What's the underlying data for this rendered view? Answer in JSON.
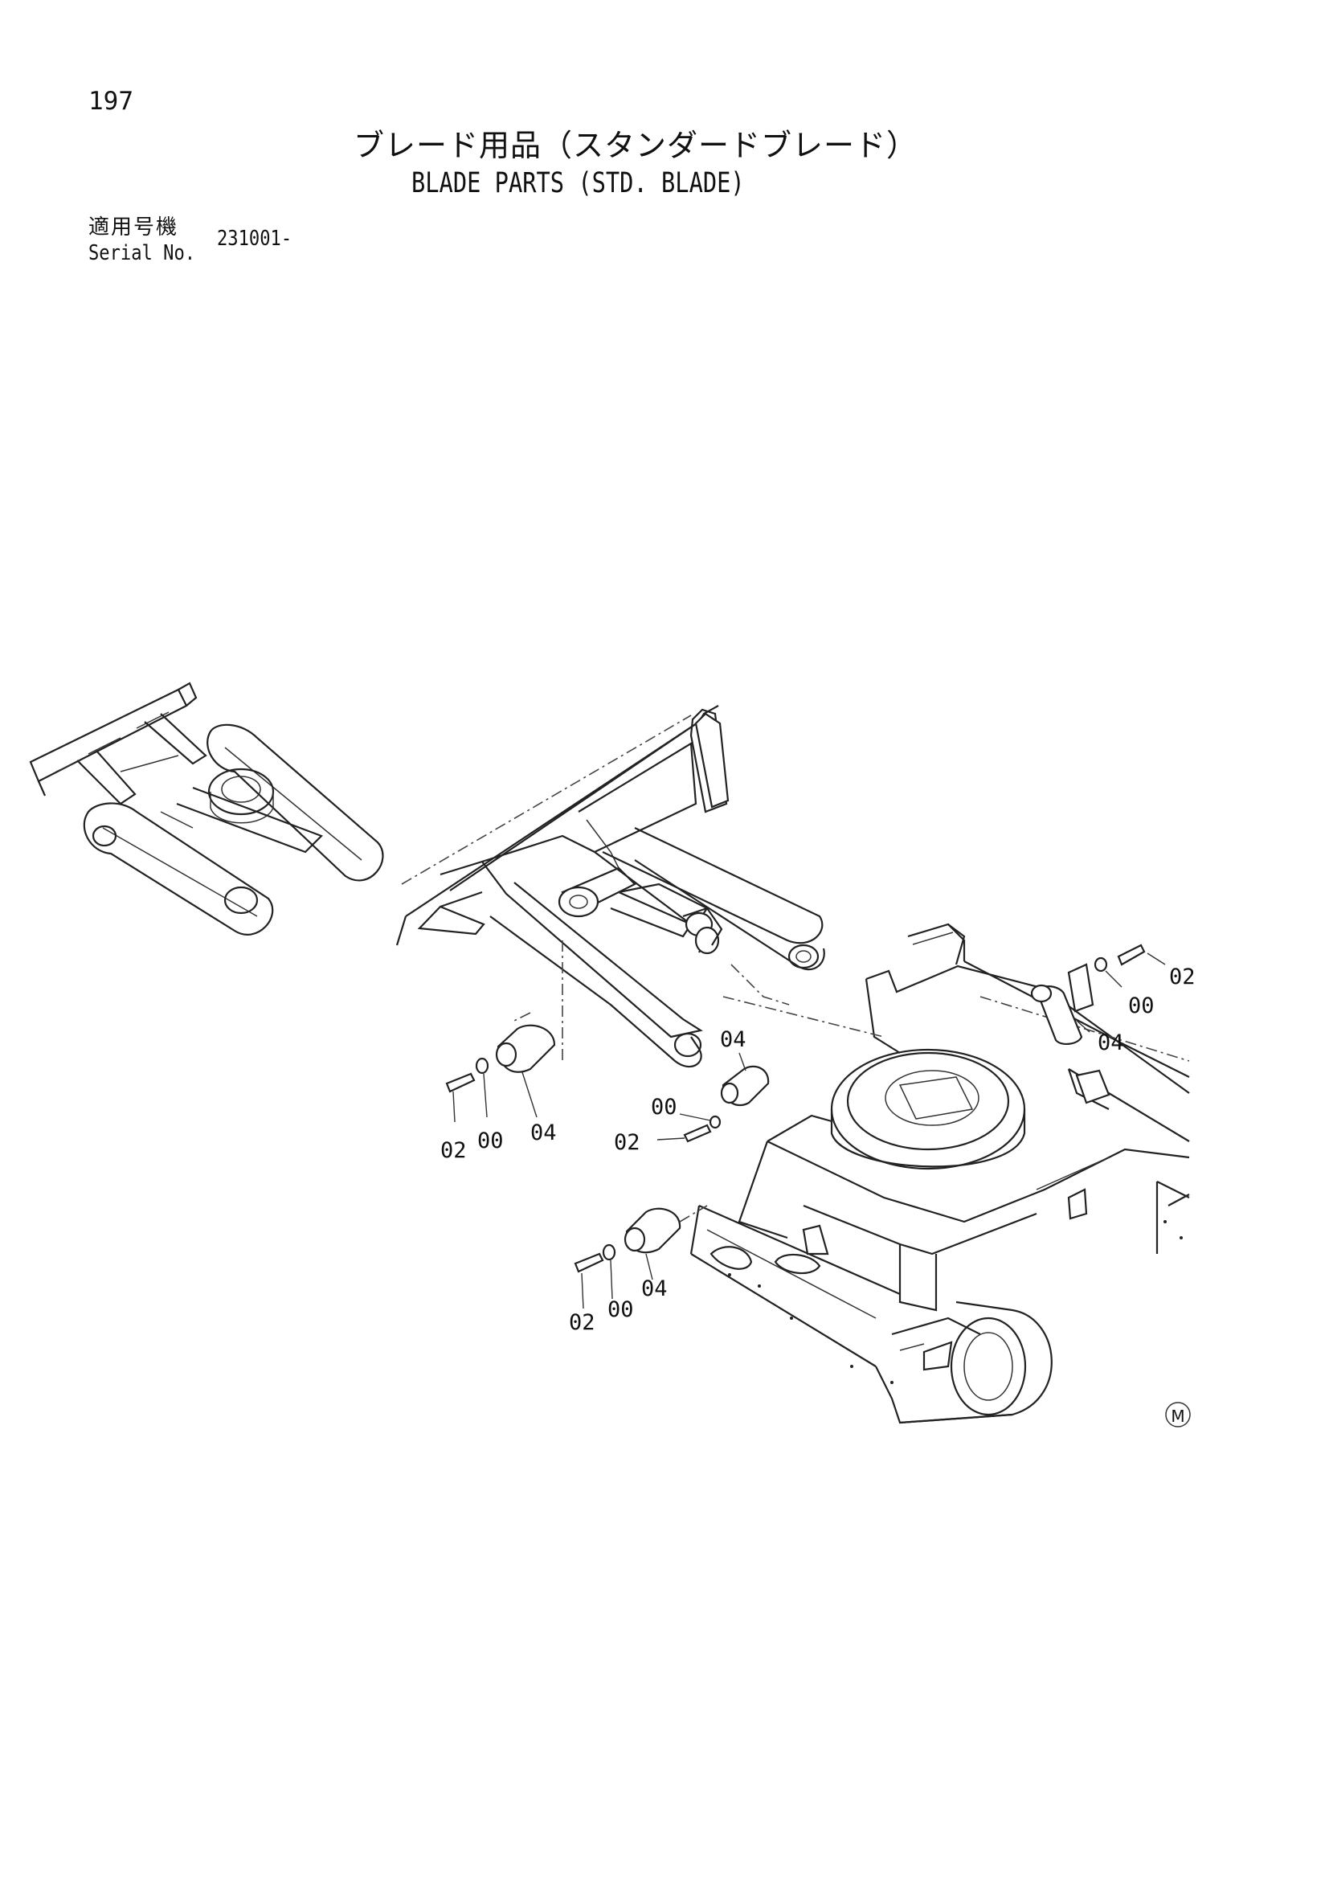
{
  "header": {
    "page_number": "197",
    "title_jp": "ブレード用品（スタンダードブレード）",
    "title_en": "BLADE PARTS (STD. BLADE)"
  },
  "serial": {
    "label_jp": "適用号機",
    "label_en": "Serial No.",
    "value": "231001-"
  },
  "callouts": {
    "top_right": [
      "02",
      "00",
      "04"
    ],
    "left_group": [
      "02",
      "00",
      "04"
    ],
    "center_group": [
      "04",
      "00",
      "02"
    ],
    "bottom_group": [
      "02",
      "00",
      "04"
    ]
  },
  "symbol": "M"
}
